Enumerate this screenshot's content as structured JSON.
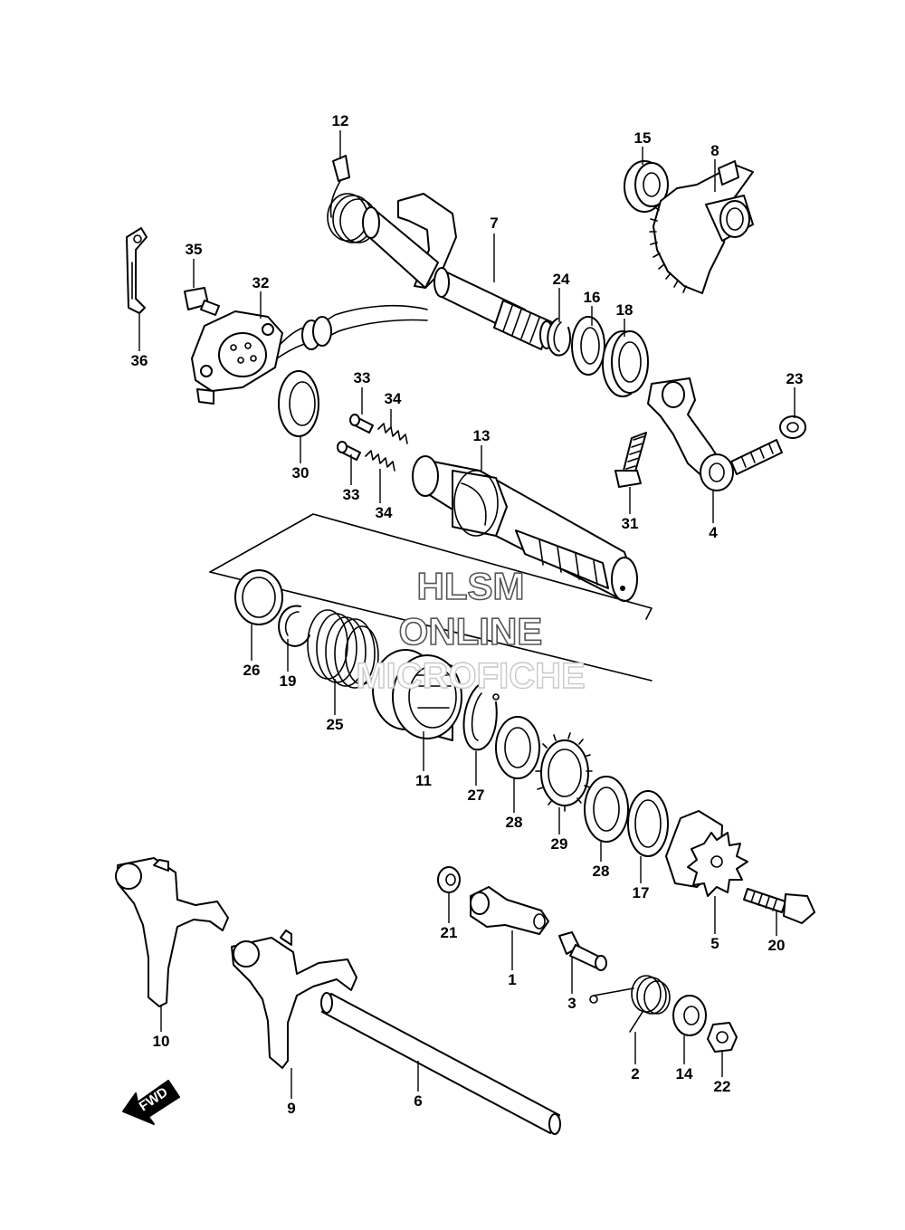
{
  "callouts": {
    "p1": "1",
    "p2": "2",
    "p3": "3",
    "p4": "4",
    "p5": "5",
    "p6": "6",
    "p7": "7",
    "p8": "8",
    "p9": "9",
    "p10": "10",
    "p11": "11",
    "p12": "12",
    "p13": "13",
    "p14": "14",
    "p15": "15",
    "p16": "16",
    "p17": "17",
    "p18": "18",
    "p19": "19",
    "p20": "20",
    "p21": "21",
    "p22": "22",
    "p23": "23",
    "p24": "24",
    "p25": "25",
    "p26": "26",
    "p27": "27",
    "p28a": "28",
    "p28b": "28",
    "p29": "29",
    "p30": "30",
    "p31": "31",
    "p32": "32",
    "p33a": "33",
    "p33b": "33",
    "p34a": "34",
    "p34b": "34",
    "p35": "35",
    "p36": "36"
  },
  "watermark": {
    "line1": "HLSM",
    "line2": "ONLINE",
    "line3": "MICROFICHE"
  },
  "direction_arrow": {
    "label": "FWD",
    "icon": "fwd-arrow-icon"
  }
}
